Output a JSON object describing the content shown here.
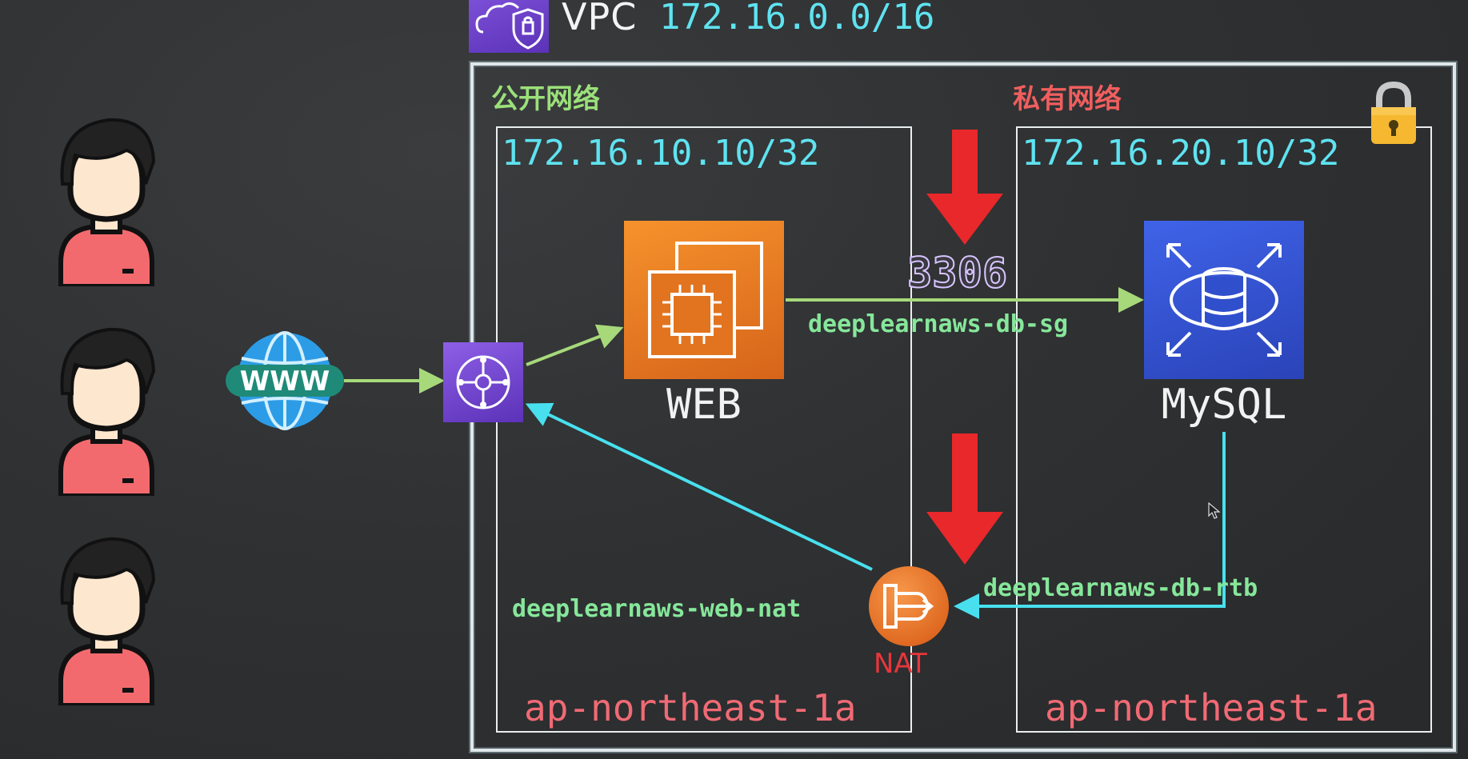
{
  "vpc": {
    "label": "VPC",
    "cidr": "172.16.0.0/16",
    "icon": "vpc-cloud-shield-icon"
  },
  "public_subnet": {
    "zone_label": "公开网络",
    "cidr": "172.16.10.10/32",
    "az": "ap-northeast-1a"
  },
  "private_subnet": {
    "zone_label": "私有网络",
    "cidr": "172.16.20.10/32",
    "az": "ap-northeast-1a",
    "icon": "lock-icon"
  },
  "internet": {
    "globe_text": "WWW",
    "icon": "globe-icon"
  },
  "gateway": {
    "icon": "internet-gateway-icon"
  },
  "web": {
    "name": "WEB",
    "icon": "ec2-chip-icon"
  },
  "db": {
    "name": "MySQL",
    "icon": "rds-database-icon"
  },
  "connections": {
    "port": "3306",
    "security_group": "deeplearnaws-db-sg",
    "route_table": "deeplearnaws-db-rtb",
    "nat_name": "deeplearnaws-web-nat"
  },
  "nat": {
    "caption": "NAT",
    "icon": "nat-gateway-icon"
  },
  "users": {
    "icon": "user-avatar-icon",
    "count": 3
  },
  "colors": {
    "cyan": "#5fe3f0",
    "green": "#86e79a",
    "red_label": "#f06a74",
    "arrow_red": "#e8282a",
    "ec2_orange": "#f6922c",
    "rds_blue": "#3f63e8",
    "vpc_purple": "#6a3fc8"
  }
}
